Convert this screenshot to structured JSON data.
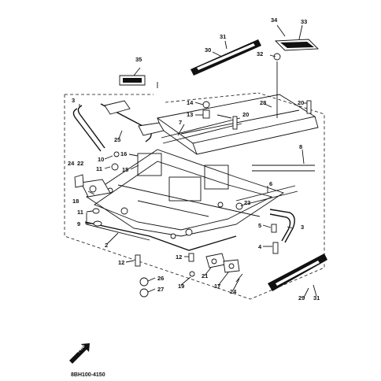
{
  "diagram": {
    "code": "8BH100-4150",
    "fwd_label": "FWD",
    "part_numbers": [
      "2",
      "3",
      "3",
      "4",
      "5",
      "6",
      "7",
      "8",
      "9",
      "10",
      "11",
      "11",
      "12",
      "12",
      "13",
      "14",
      "15",
      "16",
      "17",
      "18",
      "19",
      "20",
      "20",
      "21",
      "22",
      "23",
      "24",
      "24",
      "25",
      "26",
      "27",
      "28",
      "29",
      "30",
      "31",
      "31",
      "32",
      "33",
      "34",
      "35"
    ]
  }
}
